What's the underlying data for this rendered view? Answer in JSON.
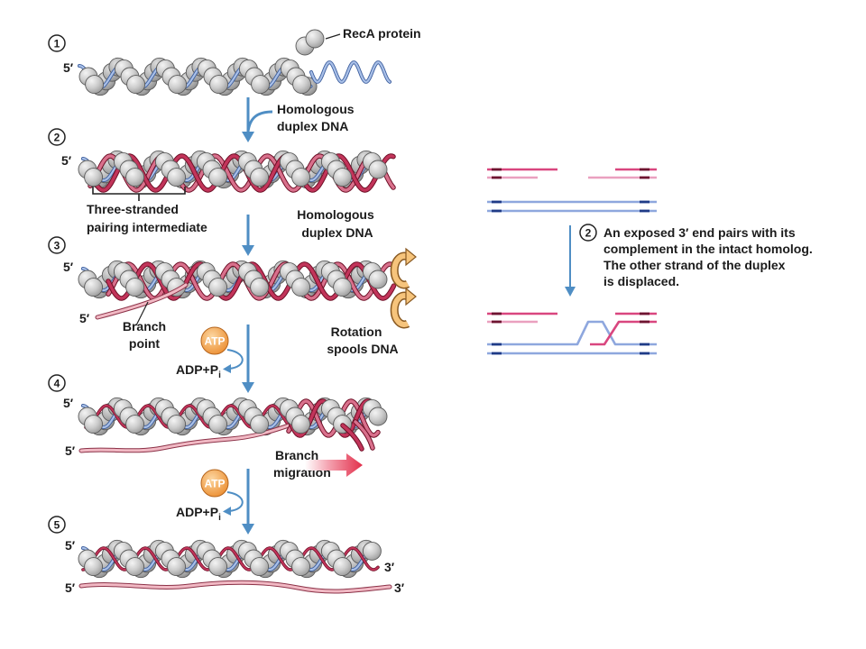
{
  "panel_a": {
    "steps": [
      {
        "number": "1"
      },
      {
        "number": "2"
      },
      {
        "number": "3"
      },
      {
        "number": "4"
      },
      {
        "number": "5"
      }
    ],
    "ends": {
      "five_prime": "5′",
      "three_prime": "3′"
    },
    "recA_protein": "RecA protein",
    "homologous_duplex_top": [
      "Homologous",
      "duplex DNA"
    ],
    "three_stranded_intermediate": [
      "Three-stranded",
      "pairing intermediate"
    ],
    "homologous_duplex_step2": [
      "Homologous",
      "duplex DNA"
    ],
    "branch_point": [
      "Branch",
      "point"
    ],
    "rotation": [
      "Rotation",
      "spools DNA"
    ],
    "branch_migration": [
      "Branch",
      "migration"
    ],
    "energy_steps": [
      {
        "atp": "ATP",
        "product": "ADP+P",
        "subscript": "i"
      },
      {
        "atp": "ATP",
        "product": "ADP+P",
        "subscript": "i"
      }
    ]
  },
  "panel_b": {
    "step": "2",
    "caption": [
      "An exposed 3′ end pairs with its",
      "complement in the intact homolog.",
      "The other strand of the duplex",
      "is displaced."
    ]
  },
  "colors": {
    "arrow": "#4f8ec4",
    "ssDNA_edge": "#3e5f9e",
    "ssDNA_core": "#a9c0e8",
    "duplex_edge": "#6f1027",
    "duplex_core": "#c2345a",
    "duplex_core_light": "#d9708c",
    "displaced_edge": "#8c3248",
    "displaced_core": "#f1b9c4",
    "rotation_edge": "#8a5a22",
    "rotation_fill": "#f6c47c",
    "strand_magenta": "#d9467f",
    "strand_light_pink": "#eaa0bf",
    "homolog_blue": "#8ea7de",
    "mark_red": "#6e1430",
    "mark_blue": "#1f3b87"
  }
}
